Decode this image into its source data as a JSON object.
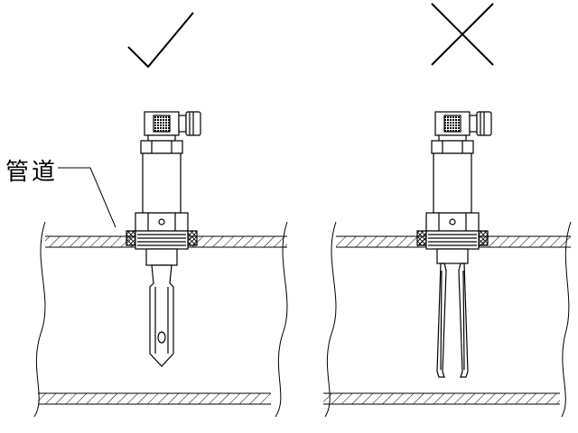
{
  "labels": {
    "pipe": "管道"
  },
  "symbols": {
    "left_mark": "check-mark",
    "right_mark": "cross-mark"
  },
  "colors": {
    "ink": "#000000",
    "background": "#ffffff"
  }
}
